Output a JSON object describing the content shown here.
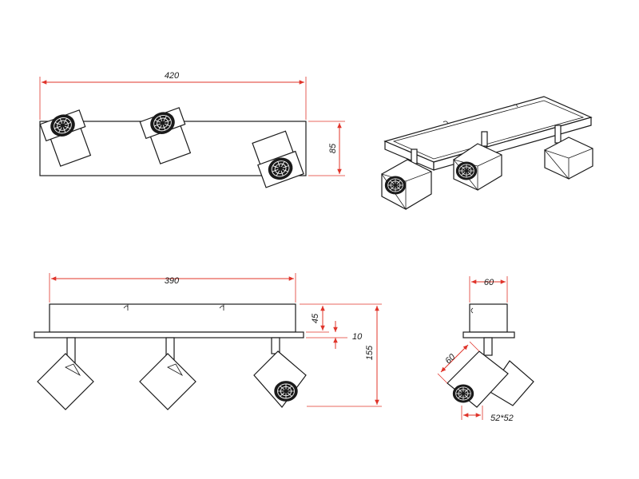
{
  "colors": {
    "dimension": "#e0342a",
    "outline": "#1a1a1a",
    "background": "#ffffff"
  },
  "dimensions": {
    "top_length": "420",
    "top_width": "85",
    "front_length": "390",
    "plate_height": "45",
    "plate_thickness": "10",
    "total_height": "155",
    "side_width": "60",
    "head_size": "60",
    "head_cross_section": "52*52"
  }
}
